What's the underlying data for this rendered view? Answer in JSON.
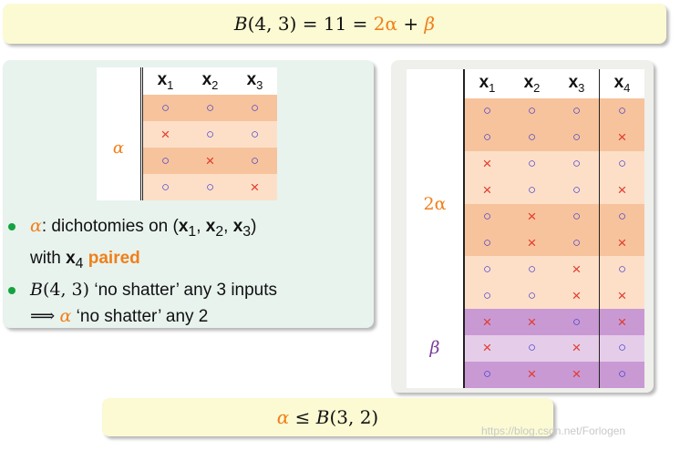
{
  "title": {
    "b_func": "B",
    "args": "(4, 3)",
    "eq1": " = 11 = ",
    "two_alpha": "2α",
    "plus": " + ",
    "beta": "β"
  },
  "colors": {
    "dark_orange": "#f7c39c",
    "light_orange": "#fddfc8",
    "dark_purple": "#c999d4",
    "light_purple": "#e5cde9",
    "orange_text": "#f07f1a",
    "purple_text": "#7a3f9a",
    "o_color": "#3a3acf",
    "x_color": "#e03a2a",
    "bullet": "#14a33e"
  },
  "alpha_table": {
    "headers": [
      {
        "base": "x",
        "sub": "1"
      },
      {
        "base": "x",
        "sub": "2"
      },
      {
        "base": "x",
        "sub": "3"
      }
    ],
    "row_label": "α",
    "rows": [
      [
        "○",
        "○",
        "○"
      ],
      [
        "×",
        "○",
        "○"
      ],
      [
        "○",
        "×",
        "○"
      ],
      [
        "○",
        "○",
        "×"
      ]
    ]
  },
  "bullets": {
    "b1_alpha": "α",
    "b1_text": ": dichotomies on (",
    "b1_x1": "x",
    "b1_x1_sub": "1",
    "b1_comma1": ", ",
    "b1_x2": "x",
    "b1_x2_sub": "2",
    "b1_comma2": ", ",
    "b1_x3": "x",
    "b1_x3_sub": "3",
    "b1_close": ")",
    "b1b_with": "with ",
    "b1b_x4": "x",
    "b1b_x4_sub": "4",
    "b1b_paired": "paired",
    "b2_b": "B",
    "b2_args": "(4, 3)",
    "b2_text": " ‘no shatter’ any 3 inputs",
    "b2b_arrow": "⟹",
    "b2b_alpha": "α",
    "b2b_text": " ‘no shatter’ any 2"
  },
  "full_table": {
    "headers": [
      {
        "base": "x",
        "sub": "1"
      },
      {
        "base": "x",
        "sub": "2"
      },
      {
        "base": "x",
        "sub": "3"
      },
      {
        "base": "x",
        "sub": "4"
      }
    ],
    "label_2alpha": "2α",
    "label_beta": "β",
    "rows": [
      [
        "○",
        "○",
        "○",
        "○"
      ],
      [
        "○",
        "○",
        "○",
        "×"
      ],
      [
        "×",
        "○",
        "○",
        "○"
      ],
      [
        "×",
        "○",
        "○",
        "×"
      ],
      [
        "○",
        "×",
        "○",
        "○"
      ],
      [
        "○",
        "×",
        "○",
        "×"
      ],
      [
        "○",
        "○",
        "×",
        "○"
      ],
      [
        "○",
        "○",
        "×",
        "×"
      ],
      [
        "×",
        "×",
        "○",
        "×"
      ],
      [
        "×",
        "○",
        "×",
        "○"
      ],
      [
        "○",
        "×",
        "×",
        "○"
      ]
    ]
  },
  "bottom": {
    "alpha": "α",
    "leq": " ≤ ",
    "b": "B",
    "args": "(3, 2)"
  },
  "watermark": "https://blog.csdn.net/Forlogen"
}
